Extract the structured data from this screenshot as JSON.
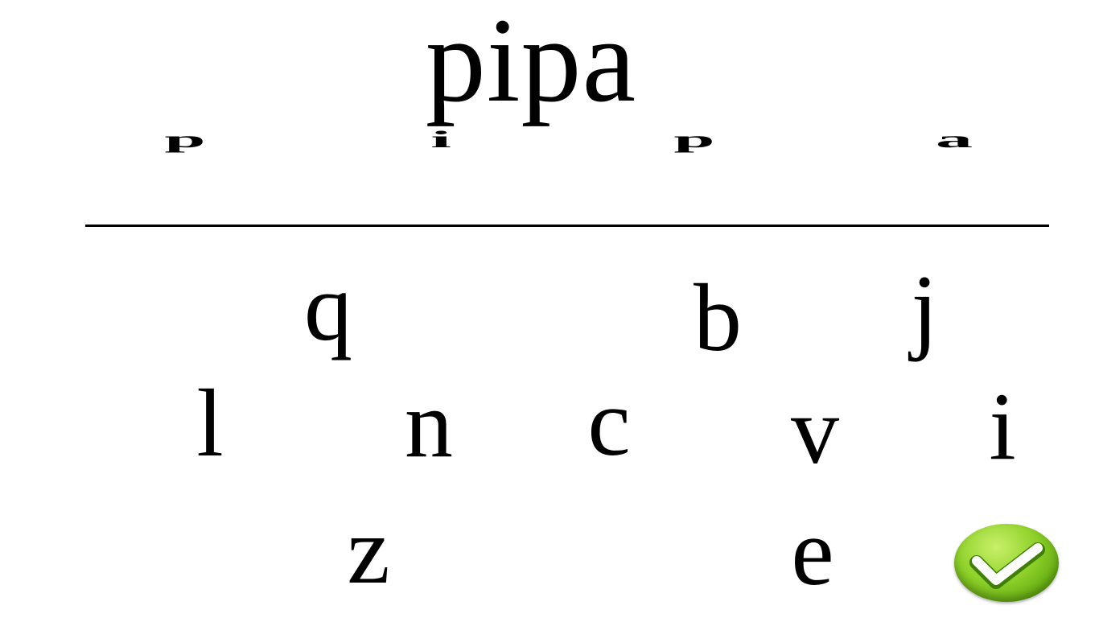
{
  "target_word": "pipa",
  "answer_slots": [
    "p",
    "i",
    "p",
    "a"
  ],
  "letter_tiles": [
    "q",
    "b",
    "j",
    "l",
    "n",
    "c",
    "v",
    "i",
    "z",
    "e"
  ],
  "confirm_button": {
    "icon": "checkmark-icon",
    "color": "#7cc41f"
  }
}
